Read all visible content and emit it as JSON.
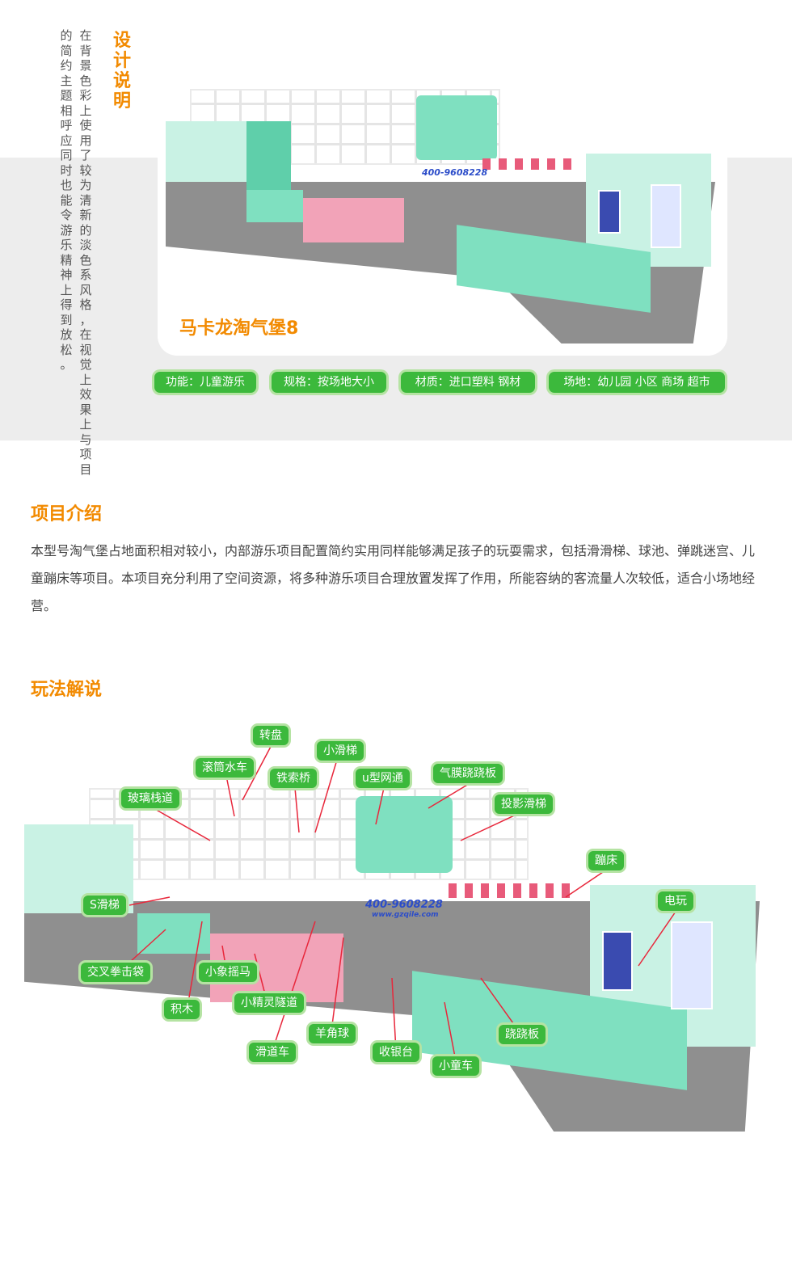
{
  "design_note": {
    "title_chars": [
      "设",
      "计",
      "说",
      "明"
    ],
    "col1_chars": [
      "在",
      "背",
      "景",
      "色",
      "彩",
      "上",
      "使",
      "用",
      "了",
      "较",
      "为",
      "清",
      "新",
      "的",
      "淡",
      "色",
      "系",
      "风",
      "格",
      "，",
      "在",
      "视",
      "觉",
      "上",
      "效",
      "果",
      "上",
      "与",
      "项",
      "目"
    ],
    "col2_chars": [
      "的",
      "简",
      "约",
      "主",
      "题",
      "相",
      "呼",
      "应",
      "同",
      "时",
      "也",
      "能",
      "令",
      "游",
      "乐",
      "精",
      "神",
      "上",
      "得",
      "到",
      "放",
      "松",
      "。"
    ]
  },
  "product": {
    "name": "马卡龙淘气堡8",
    "hotline": "400-9608228",
    "website": "www.gzqile.com"
  },
  "tags": [
    {
      "label": "功能：儿童游乐"
    },
    {
      "label": "规格：按场地大小"
    },
    {
      "label": "材质：进口塑料 钢材"
    },
    {
      "label": "场地：幼儿园 小区 商场 超市"
    }
  ],
  "intro": {
    "title": "项目介绍",
    "body": "本型号淘气堡占地面积相对较小，内部游乐项目配置简约实用同样能够满足孩子的玩耍需求，包括滑滑梯、球池、弹跳迷宫、儿童蹦床等项目。本项目充分利用了空间资源，将多种游乐项目合理放置发挥了作用，所能容纳的客流量人次较低，适合小场地经营。"
  },
  "play": {
    "title": "玩法解说",
    "labels": {
      "turntable": "转盘",
      "small_slide": "小滑梯",
      "roller_wheel": "滚筒水车",
      "cable_bridge": "铁索桥",
      "u_tunnel": "u型网通",
      "air_seesaw": "气膜跷跷板",
      "glass_walkway": "玻璃栈道",
      "projection_slide": "投影滑梯",
      "trampoline": "蹦床",
      "s_slide": "S滑梯",
      "arcade": "电玩",
      "punch_bag": "交叉拳击袋",
      "elephant_rocker": "小象摇马",
      "blocks": "积木",
      "elf_tunnel": "小精灵隧道",
      "horn_ball": "羊角球",
      "slide_car": "滑道车",
      "cashier": "收银台",
      "seesaw": "跷跷板",
      "kid_car": "小童车"
    }
  },
  "colors": {
    "accent": "#f28a00",
    "tag_green": "#3cb93c",
    "mint": "#7fe0c0",
    "pink": "#f2a3b8",
    "band": "#ededed"
  }
}
